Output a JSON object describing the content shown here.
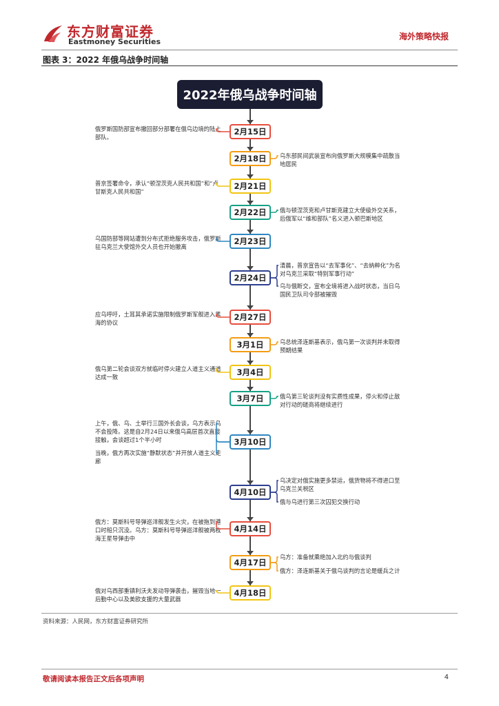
{
  "header": {
    "brand_cn": "东方财富证券",
    "brand_en": "Eastmoney Securities",
    "report_type": "海外策略快报",
    "figure_caption": "图表 3：2022 年俄乌战争时间轴"
  },
  "timeline": {
    "title": "2022年俄乌战争时间轴",
    "events": [
      {
        "date": "2月15日",
        "color": "#e74c3c",
        "side": "left",
        "notes": [
          "俄罗斯国防部宣布撤回部分部署在俄乌边境的陆上部队。"
        ]
      },
      {
        "date": "2月18日",
        "color": "#f39c12",
        "side": "right",
        "notes": [
          "乌东部民间武装宣布向俄罗斯大规模集中疏散当地居民"
        ]
      },
      {
        "date": "2月21日",
        "color": "#f1c40f",
        "side": "left",
        "notes": [
          "普京签署命令，承认“顿涅茨克人民共和国”和“卢甘斯克人民共和国”"
        ]
      },
      {
        "date": "2月22日",
        "color": "#16a085",
        "side": "right",
        "notes": [
          "俄与顿涅茨克和卢甘斯克建立大使级外交关系，后俄军以“维和部队”名义进入顿巴斯地区"
        ]
      },
      {
        "date": "2月23日",
        "color": "#2e86c1",
        "side": "left",
        "notes": [
          "乌国防部等网站遭到分布式拒绝服务攻击，俄罗斯驻乌克兰大使馆外交人员也开始撤离"
        ]
      },
      {
        "date": "2月24日",
        "color": "#2c3e8f",
        "side": "right",
        "notes": [
          "清晨，普京宣告以“去军事化”、“去纳粹化”为名对乌克兰采取“特别军事行动”",
          "乌与俄断交，宣布全境将进入战时状态，当日乌国民卫队司令部被摧毁"
        ]
      },
      {
        "date": "2月27日",
        "color": "#e74c3c",
        "side": "left",
        "notes": [
          "应乌呼吁，土耳其承诺实施限制俄罗斯军舰进入黑海的协议"
        ]
      },
      {
        "date": "3月1日",
        "color": "#f39c12",
        "side": "right",
        "notes": [
          "乌总统泽连斯基表示，俄乌第一次谈判并未取得预期结果"
        ]
      },
      {
        "date": "3月4日",
        "color": "#f1c40f",
        "side": "left",
        "notes": [
          "俄乌第二轮会谈双方就临时停火建立人道主义通道达成一致"
        ]
      },
      {
        "date": "3月7日",
        "color": "#16a085",
        "side": "right",
        "notes": [
          "俄乌第三轮谈判没有实质性成果，停火和停止敌对行动的磋商将继续进行"
        ]
      },
      {
        "date": "3月10日",
        "color": "#2e86c1",
        "side": "left",
        "notes": [
          "上午，俄、乌、土举行三国外长会谈，乌方表示乌不会投降。这是自2月24日以来俄乌高层首次直接接触，会谈超过1个半小时",
          "当晚，俄方再次实施“静默状态”并开放人道主义走廊"
        ]
      },
      {
        "date": "4月10日",
        "color": "#2c3e8f",
        "side": "right",
        "notes": [
          "乌决定对俄实施更多禁运，俄货物将不得进口至乌克兰关税区",
          "俄与乌进行第三次囚犯交换行动"
        ]
      },
      {
        "date": "4月14日",
        "color": "#e74c3c",
        "side": "left",
        "notes": [
          "俄方：莫斯科号导弹巡洋舰发生火灾，在被拖到港口时船只沉没。乌方：莫斯科号导弹巡洋舰被两枚海王星导弹击中"
        ]
      },
      {
        "date": "4月17日",
        "color": "#f39c12",
        "side": "right",
        "notes": [
          "乌方：准备就乘绝加入北约与俄谈判",
          "俄方：泽连斯基关于俄乌谈判的言论是缓兵之计"
        ]
      },
      {
        "date": "4月18日",
        "color": "#f1c40f",
        "side": "left",
        "notes": [
          "俄对乌西部重镇利沃夫发动导弹袭击，摧毁当地一后勤中心以及美欧支援的大量武器"
        ]
      }
    ]
  },
  "footer": {
    "source": "资料来源：人民网，东方财富证券研究所",
    "disclaimer": "敬请阅读本报告正文后各项声明",
    "page_number": "4"
  }
}
